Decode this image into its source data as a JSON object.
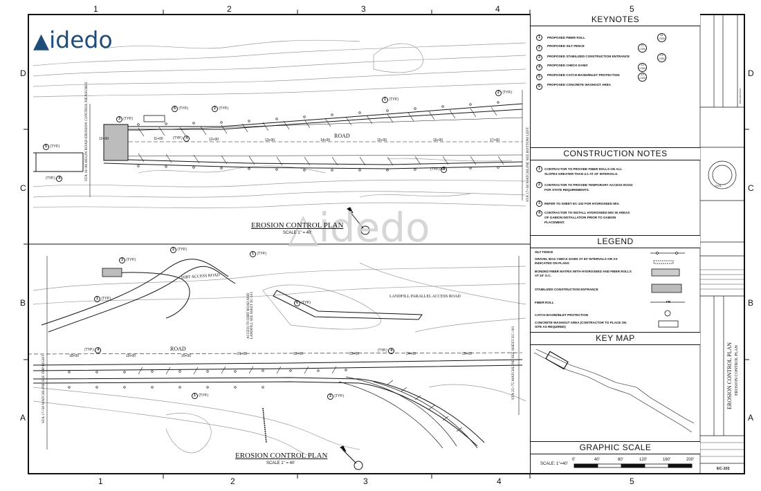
{
  "brand": {
    "logo_text": "idedo",
    "watermark_text": "idedo"
  },
  "grid": {
    "top_numbers": [
      "1",
      "2",
      "3",
      "4",
      "5"
    ],
    "bottom_numbers": [
      "1",
      "2",
      "3",
      "4",
      "5"
    ],
    "left_letters": [
      "D",
      "C",
      "B",
      "A"
    ],
    "right_letters": [
      "D",
      "C",
      "B",
      "A"
    ]
  },
  "keynotes": {
    "title": "KEYNOTES",
    "items": [
      {
        "num": "1",
        "text": "PROPOSED FIBER ROLL",
        "ref_top": "A1",
        "ref_bottom": "C300"
      },
      {
        "num": "2",
        "text": "PROPOSED SILT FENCE",
        "ref_top": "C1",
        "ref_bottom": "C300"
      },
      {
        "num": "3",
        "text": "PROPOSED STABILIZED CONSTRUCTION ENTRANCE",
        "ref_top": "C3",
        "ref_bottom": "C300"
      },
      {
        "num": "4",
        "text": "PROPOSED CHECK DAMS",
        "ref_top": "A4",
        "ref_bottom": "C300"
      },
      {
        "num": "5",
        "text": "PROPOSED CATCH BASIN/INLET PROTECTION",
        "ref_top": "A3",
        "ref_bottom": "C300"
      },
      {
        "num": "6",
        "text": "PROPOSED CONCRETE WASHOUT AREA",
        "ref_top": "",
        "ref_bottom": ""
      }
    ]
  },
  "construction_notes": {
    "title": "CONSTRUCTION NOTES",
    "items": [
      {
        "num": "1",
        "text": "CONTRACTOR TO PROVIDE FIBER ROLLS ON ALL SLOPES GREATER THAN 4:1 AT 20' INTERVALS."
      },
      {
        "num": "2",
        "text": "CONTRACTOR TO PROVIDE TEMPORARY ACCESS ROAD FOR STATE REQUIREMENTS."
      },
      {
        "num": "3",
        "text": "REFER TO SHEET EC-102 FOR HYDROSEED MIX."
      },
      {
        "num": "4",
        "text": "CONTRACTOR TO INSTALL HYDROSEED MIX IN AREAS OF GABION INSTALLATION PRIOR TO GABION PLACEMENT."
      }
    ]
  },
  "legend": {
    "title": "LEGEND",
    "items": [
      {
        "text": "SILT FENCE"
      },
      {
        "text": "GRAVEL BAG CHECK DAMS AT 50' INTERVALS OR AS INDICATED ON PLANS"
      },
      {
        "text": "BONDED FIBER MATRIX WITH HYDROSEED AND FIBER ROLLS AT 20' O.C."
      },
      {
        "text": "STABILIZED CONSTRUCTION ENTRANCE"
      },
      {
        "text": "FIBER ROLL"
      },
      {
        "text": "CATCH BASIN/INLET PROTECTION"
      },
      {
        "text": "CONCRETE WASHOUT AREA (CONTRACTOR TO PLACE ON SITE AS REQUIRED)"
      }
    ],
    "fr_mark": "FR"
  },
  "key_map": {
    "title": "KEY MAP"
  },
  "graphic_scale": {
    "title": "GRAPHIC SCALE",
    "label": "SCALE: 1\"=40'",
    "ticks": [
      "0'",
      "40'",
      "80'",
      "120'",
      "160'",
      "200'"
    ]
  },
  "plans": {
    "top": {
      "title": "EROSION CONTROL PLAN",
      "scale": "SCALE 1\" = 40'",
      "road": "ROAD",
      "stations": [
        "10+00",
        "11+00",
        "12+00",
        "13+00",
        "14+00",
        "15+00",
        "16+00",
        "17+00"
      ],
      "match_left": "STA 10+00 BEGIN ROAD EROSION CONTROL MEASURES",
      "match_right": "STA 17+50 MATCHLINE SEE BOTTOM LEFT"
    },
    "bottom": {
      "title": "EROSION CONTROL PLAN",
      "scale": "SCALE 1\" = 40'",
      "road": "ROAD",
      "stations": [
        "18+00",
        "19+00",
        "20+00",
        "21+00",
        "22+00",
        "23+00",
        "24+00",
        "25+00"
      ],
      "match_left": "STA 17+50 MATCHLINE SEE TOP RIGHT",
      "match_right": "STA 25+75 MATCHLINE SEE SHEET EC-103",
      "dirt_road": "DIRT ACCESS ROAD",
      "landfill_road": "LANDFILL PARALLEL ACCESS ROAD",
      "access_note": "ACCESS TO DIRT ROAD AND LANDFILL SEE SHEET EC-103"
    }
  },
  "callout_typ": "(TYP.)",
  "title_block": {
    "sheet_title_1": "EROSION CONTROL PLAN",
    "sheet_title_2": "EROSION CONTROL PLAN",
    "sheet_number": "EC-102",
    "stamp_text": "CIVIL",
    "rev_header": "DESCRIPTION"
  }
}
